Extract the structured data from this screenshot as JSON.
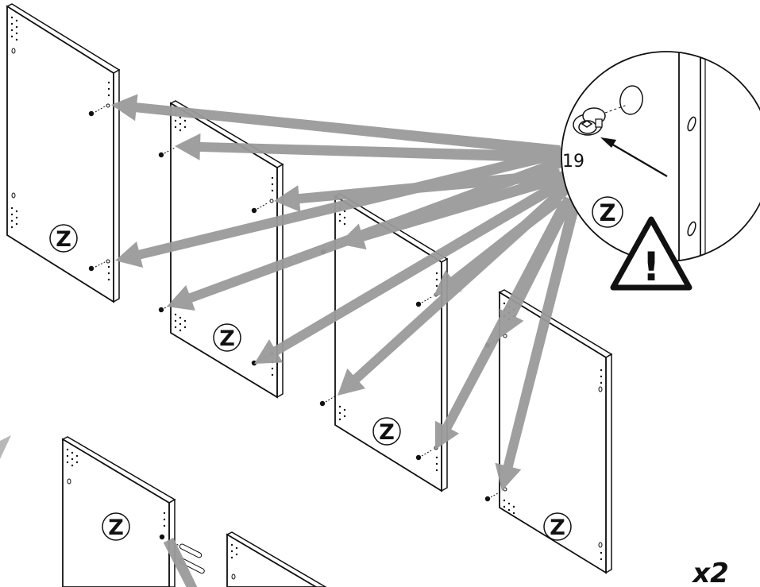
{
  "diagram": {
    "panel_letter": "Z",
    "callout": {
      "part_number": "19",
      "warning_symbol": "!",
      "panel_letter": "Z"
    },
    "quantity_label": "x2",
    "icons": [
      "warning-triangle-icon",
      "cam-lock-icon",
      "detail-magnifier-icon"
    ],
    "colors": {
      "arrow": "#9a9a9a",
      "line": "#111111",
      "panel": "#ffffff"
    }
  }
}
